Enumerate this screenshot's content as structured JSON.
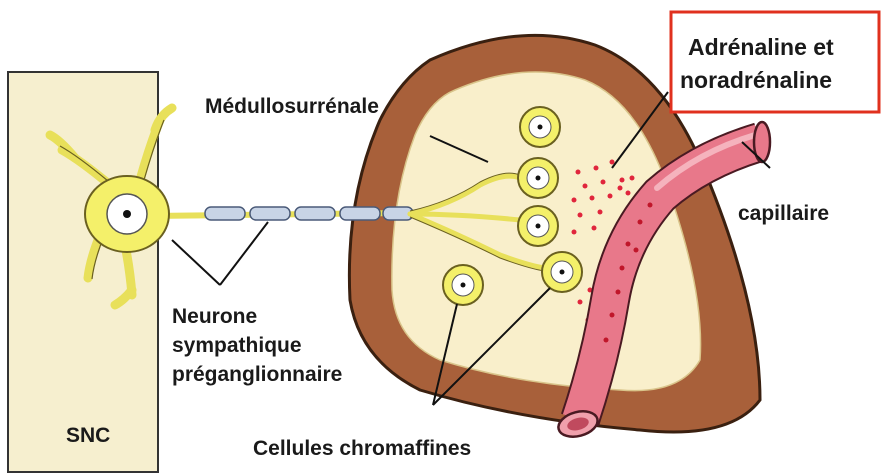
{
  "labels": {
    "medullo": "Médullosurrénale",
    "hormone_line1": "Adrénaline et",
    "hormone_line2": "noradrénaline",
    "capillaire": "capillaire",
    "neurone_line1": "Neurone",
    "neurone_line2": "sympathique",
    "neurone_line3": "préganglionnaire",
    "snc": "SNC",
    "cellules": "Cellules chromaffines"
  },
  "colors": {
    "snc_fill": "#f6efcf",
    "cortex": "#a8603a",
    "medulla": "#f9efcb",
    "neuron": "#f4f06a",
    "capillary": "#e8788a",
    "granules": "#e0263c",
    "highlight_box": "#e0301e"
  }
}
